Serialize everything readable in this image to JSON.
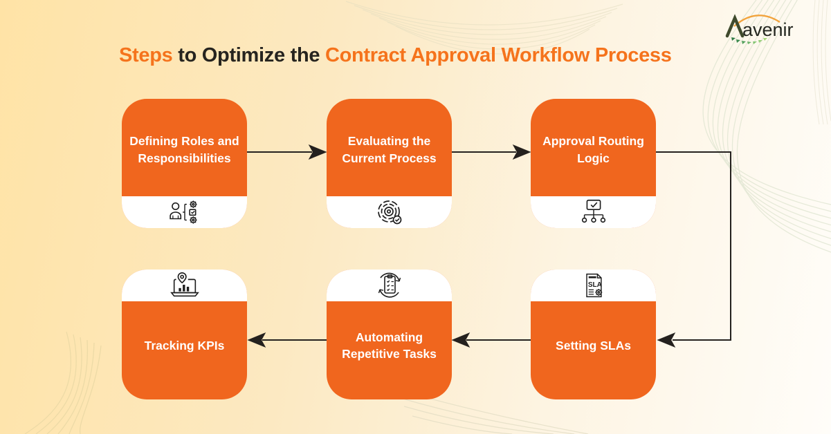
{
  "colors": {
    "card_orange": "#F0661E",
    "title_orange": "#F5731C",
    "title_dark": "#26241F",
    "arrow": "#24211E",
    "icon_stroke": "#1C1C1C",
    "logo_arc_orange": "#F2A33C",
    "logo_green_dark": "#2F7A44",
    "logo_green_light": "#A8D97B",
    "background_left": "#FFE3A6",
    "background_right": "#FFFDF9"
  },
  "logo": {
    "brand": "Aavenir",
    "lambda": "Λ",
    "rest": "avenir"
  },
  "title": {
    "part1": "Steps",
    "part2": " to Optimize the ",
    "part3": "Contract Approval Workflow Process"
  },
  "steps": [
    {
      "order": 1,
      "label": "Defining Roles and Responsibilities",
      "icon": "person-gears-icon"
    },
    {
      "order": 2,
      "label": "Evaluating the Current Process",
      "icon": "spiral-check-icon"
    },
    {
      "order": 3,
      "label": "Approval Routing Logic",
      "icon": "approval-routing-tree-icon"
    },
    {
      "order": 4,
      "label": "Setting SLAs",
      "icon": "sla-document-gear-icon"
    },
    {
      "order": 5,
      "label": "Automating Repetitive Tasks",
      "icon": "clipboard-refresh-icon"
    },
    {
      "order": 6,
      "label": "Tracking KPIs",
      "icon": "laptop-chart-pin-icon"
    }
  ],
  "flow": "1→2→3→4→5→6 (top row left-to-right, then bottom row right-to-left)"
}
